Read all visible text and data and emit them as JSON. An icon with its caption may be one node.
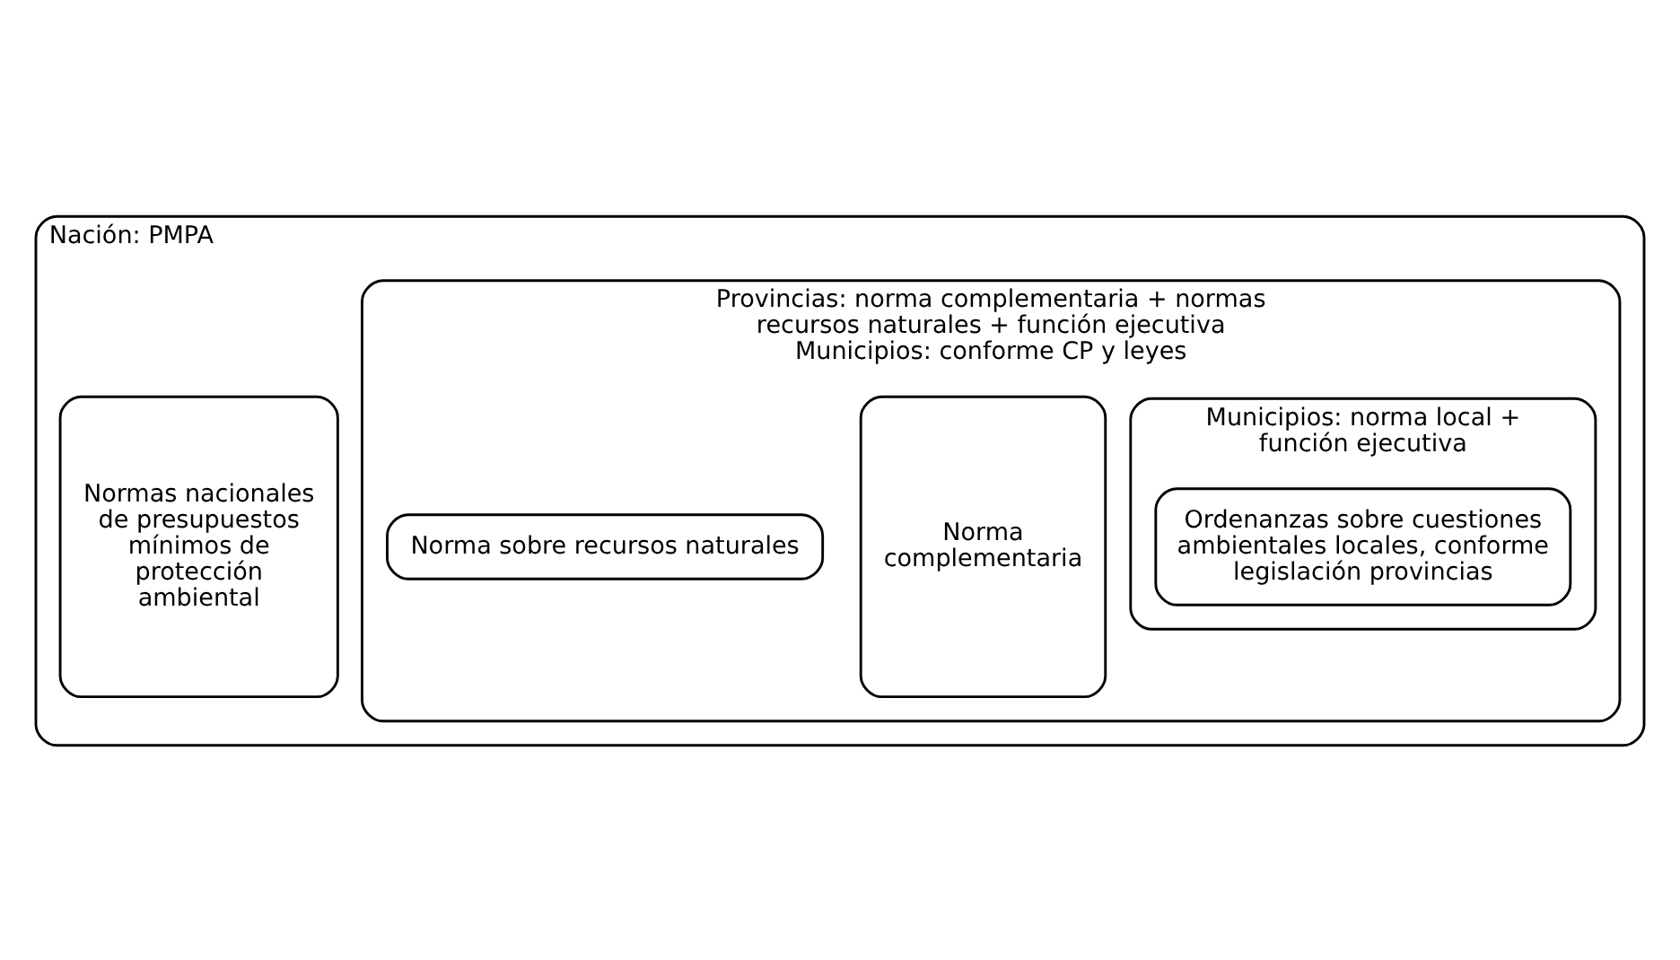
{
  "diagram": {
    "nodes": [
      {
        "text": [
          "Nación: PMPA"
        ]
      },
      {
        "text": [
          "Normas nacionales de presupuestos mínimos de protección ambiental"
        ],
        "in": 0
      },
      {
        "text": [
          "Provincias: norma complementaria + normas recursos naturales + función ejecutiva",
          "Municipios: conforme CP y leyes"
        ],
        "in": 0
      },
      {
        "text": [
          "Norma complementaria"
        ],
        "in": 2
      },
      {
        "text": [
          "Municipios: norma local + función ejecutiva"
        ],
        "in": 2
      },
      {
        "text": [
          "Ordenanzas sobre cuestiones ambientales locales, conforme legislación provincias"
        ],
        "in": 4
      },
      {
        "text": [
          "Norma sobre recursos naturales"
        ],
        "in": 2
      }
    ],
    "edges": []
  }
}
